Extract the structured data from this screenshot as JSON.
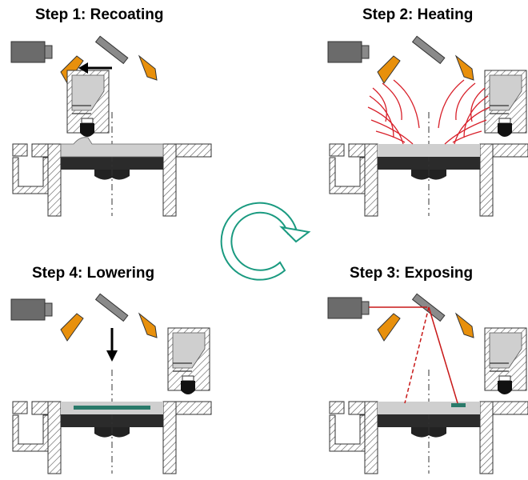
{
  "steps": [
    {
      "id": "step1",
      "title": "Step 1: Recoating"
    },
    {
      "id": "step2",
      "title": "Step 2: Heating"
    },
    {
      "id": "step3",
      "title": "Step 3: Exposing"
    },
    {
      "id": "step4",
      "title": "Step 4: Lowering"
    }
  ],
  "colors": {
    "camera": "#6b6b6b",
    "mirror": "#8a8a8a",
    "reflector": "#e8900c",
    "heat_waves": "#d8202a",
    "laser": "#c81818",
    "cycle_arrow": "#1a9a80",
    "powder": "#cfcfcf",
    "platform": "#2b2b2b",
    "sintered_layer": "#2a7a6a"
  },
  "icons": [
    "camera-icon",
    "mirror-icon",
    "reflector-icon",
    "cycle-arrow-icon",
    "down-arrow-icon",
    "left-arrow-icon"
  ]
}
